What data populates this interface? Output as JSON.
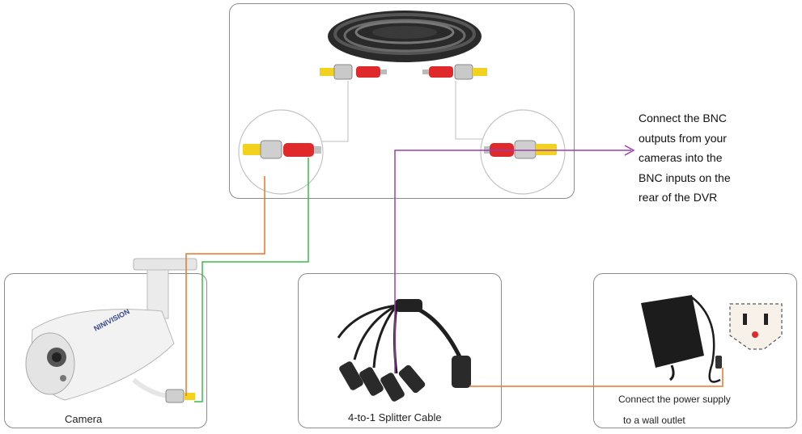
{
  "captions": {
    "camera": "Camera",
    "splitter": "4-to-1 Splitter Cable",
    "power_line1": "Connect the power supply",
    "power_line2": "to a wall outlet"
  },
  "bnc_note": {
    "lines": [
      "Connect the BNC",
      "outputs from your",
      "cameras into the",
      "BNC inputs on the",
      "rear of the DVR"
    ]
  },
  "logo_text": "NINIVISION",
  "colors": {
    "orange_wire": "#e8772a",
    "green_wire": "#3cba4a",
    "purple_wire": "#9b3fb0",
    "bnc_yellow": "#f2d21f",
    "bnc_red": "#e0292b"
  }
}
